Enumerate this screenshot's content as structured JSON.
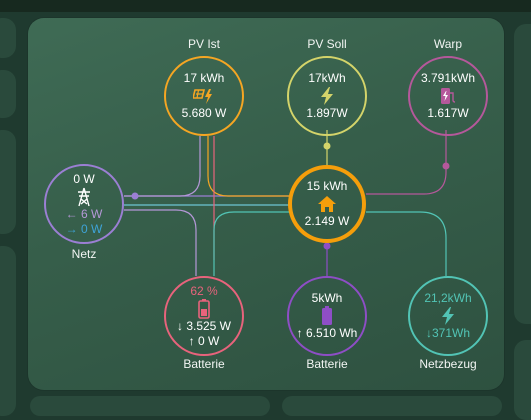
{
  "colors": {
    "pv": "#f5a623",
    "pv_soll": "#d4d46a",
    "warp": "#b5589b",
    "grid": "#9b7fd4",
    "grid_in": "#3ea3d8",
    "home": "#f59e0b",
    "battery1": "#e8637c",
    "battery2": "#8e4ec6",
    "netzbezug": "#52c4b5"
  },
  "nodes": {
    "pv_ist": {
      "label": "PV Ist",
      "energy": "17 kWh",
      "power": "5.680 W",
      "icon": "solar-panel-icon"
    },
    "pv_soll": {
      "label": "PV Soll",
      "energy": "17kWh",
      "power": "1.897W",
      "icon": "lightning-bolt-icon"
    },
    "warp": {
      "label": "Warp",
      "energy": "3.791kWh",
      "power": "1.617W",
      "icon": "ev-charger-icon"
    },
    "netz": {
      "label": "Netz",
      "power": "0 W",
      "export": "← 6 W",
      "import": "→ 0 W",
      "icon": "transmission-tower-icon"
    },
    "home": {
      "energy": "15 kWh",
      "power": "2.149 W",
      "icon": "home-icon"
    },
    "batterie1": {
      "label": "Batterie",
      "soc": "62 %",
      "discharge": "↓ 3.525 W",
      "charge": "↑ 0 W",
      "icon": "battery-icon"
    },
    "batterie2": {
      "label": "Batterie",
      "energy": "5kWh",
      "power": "↑ 6.510 Wh",
      "icon": "battery-icon"
    },
    "netzbezug": {
      "label": "Netzbezug",
      "energy": "21,2kWh",
      "power": "↓371Wh",
      "icon": "lightning-outline-icon"
    }
  }
}
